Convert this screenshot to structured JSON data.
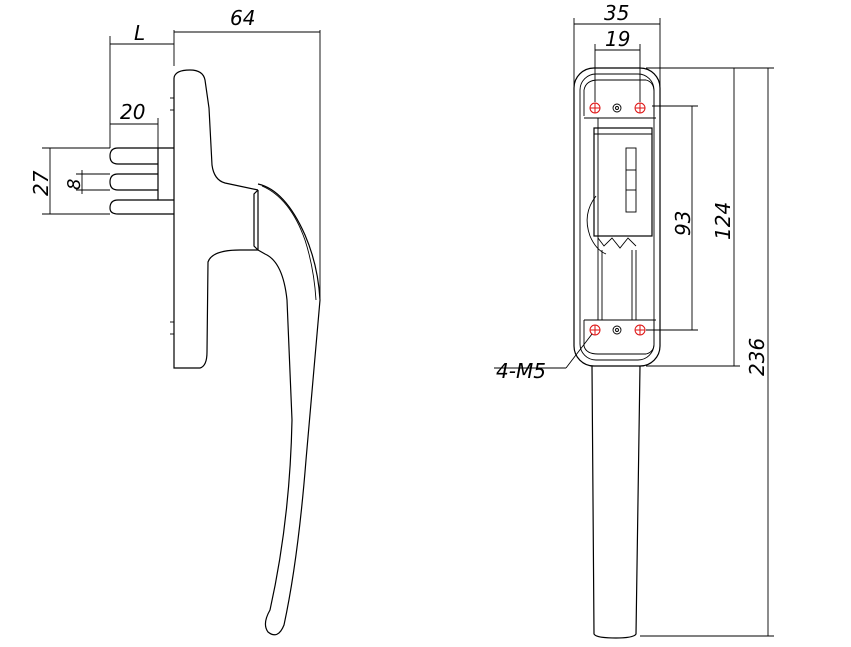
{
  "dimensions": {
    "side_total_width": "64",
    "side_spindle_length": "L",
    "side_spindle_extent": "20",
    "side_spindle_height": "27",
    "side_slot_width": "8",
    "front_total_width": "35",
    "front_hole_spacing": "19",
    "front_inner_height": "93",
    "front_hole_height": "124",
    "front_total_height": "236"
  },
  "callouts": {
    "screw_holes": "4-M5"
  },
  "colors": {
    "line": "#000000",
    "hole_marker": "#dd1111"
  }
}
